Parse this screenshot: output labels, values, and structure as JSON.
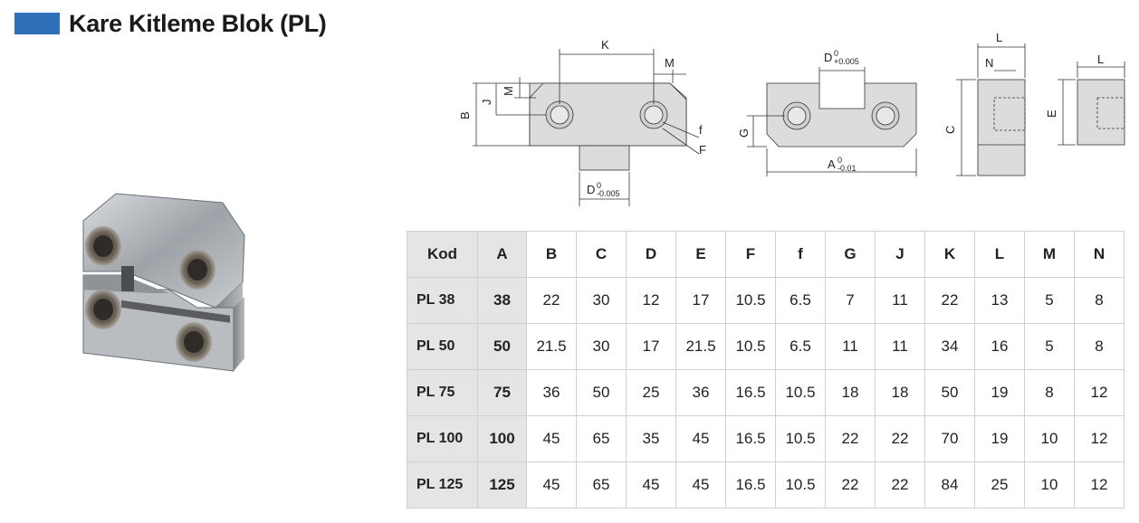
{
  "title": "Kare Kitleme Blok (PL)",
  "colors": {
    "title_bar": "#2f6fba",
    "shade": "#e5e5e5",
    "grid": "#d0d0d0"
  },
  "drawing_labels": {
    "K": "K",
    "M": "M",
    "J": "J",
    "B": "B",
    "f": "f",
    "F": "F",
    "D_minus": "D",
    "D_minus_tol_upper": "0",
    "D_minus_tol_lower": "-0.005",
    "D_plus": "D",
    "D_plus_tol_upper": "0",
    "D_plus_tol_lower": "+0.005",
    "G": "G",
    "A": "A",
    "A_tol_upper": "0",
    "A_tol_lower": "-0.01",
    "L": "L",
    "N": "N",
    "C": "C",
    "E": "E"
  },
  "table": {
    "headers": [
      "Kod",
      "A",
      "B",
      "C",
      "D",
      "E",
      "F",
      "f",
      "G",
      "J",
      "K",
      "L",
      "M",
      "N"
    ],
    "rows": [
      [
        "PL 38",
        "38",
        "22",
        "30",
        "12",
        "17",
        "10.5",
        "6.5",
        "7",
        "11",
        "22",
        "13",
        "5",
        "8"
      ],
      [
        "PL 50",
        "50",
        "21.5",
        "30",
        "17",
        "21.5",
        "10.5",
        "6.5",
        "11",
        "11",
        "34",
        "16",
        "5",
        "8"
      ],
      [
        "PL 75",
        "75",
        "36",
        "50",
        "25",
        "36",
        "16.5",
        "10.5",
        "18",
        "18",
        "50",
        "19",
        "8",
        "12"
      ],
      [
        "PL 100",
        "100",
        "45",
        "65",
        "35",
        "45",
        "16.5",
        "10.5",
        "22",
        "22",
        "70",
        "19",
        "10",
        "12"
      ],
      [
        "PL 125",
        "125",
        "45",
        "65",
        "45",
        "45",
        "16.5",
        "10.5",
        "22",
        "22",
        "84",
        "25",
        "10",
        "12"
      ]
    ]
  }
}
